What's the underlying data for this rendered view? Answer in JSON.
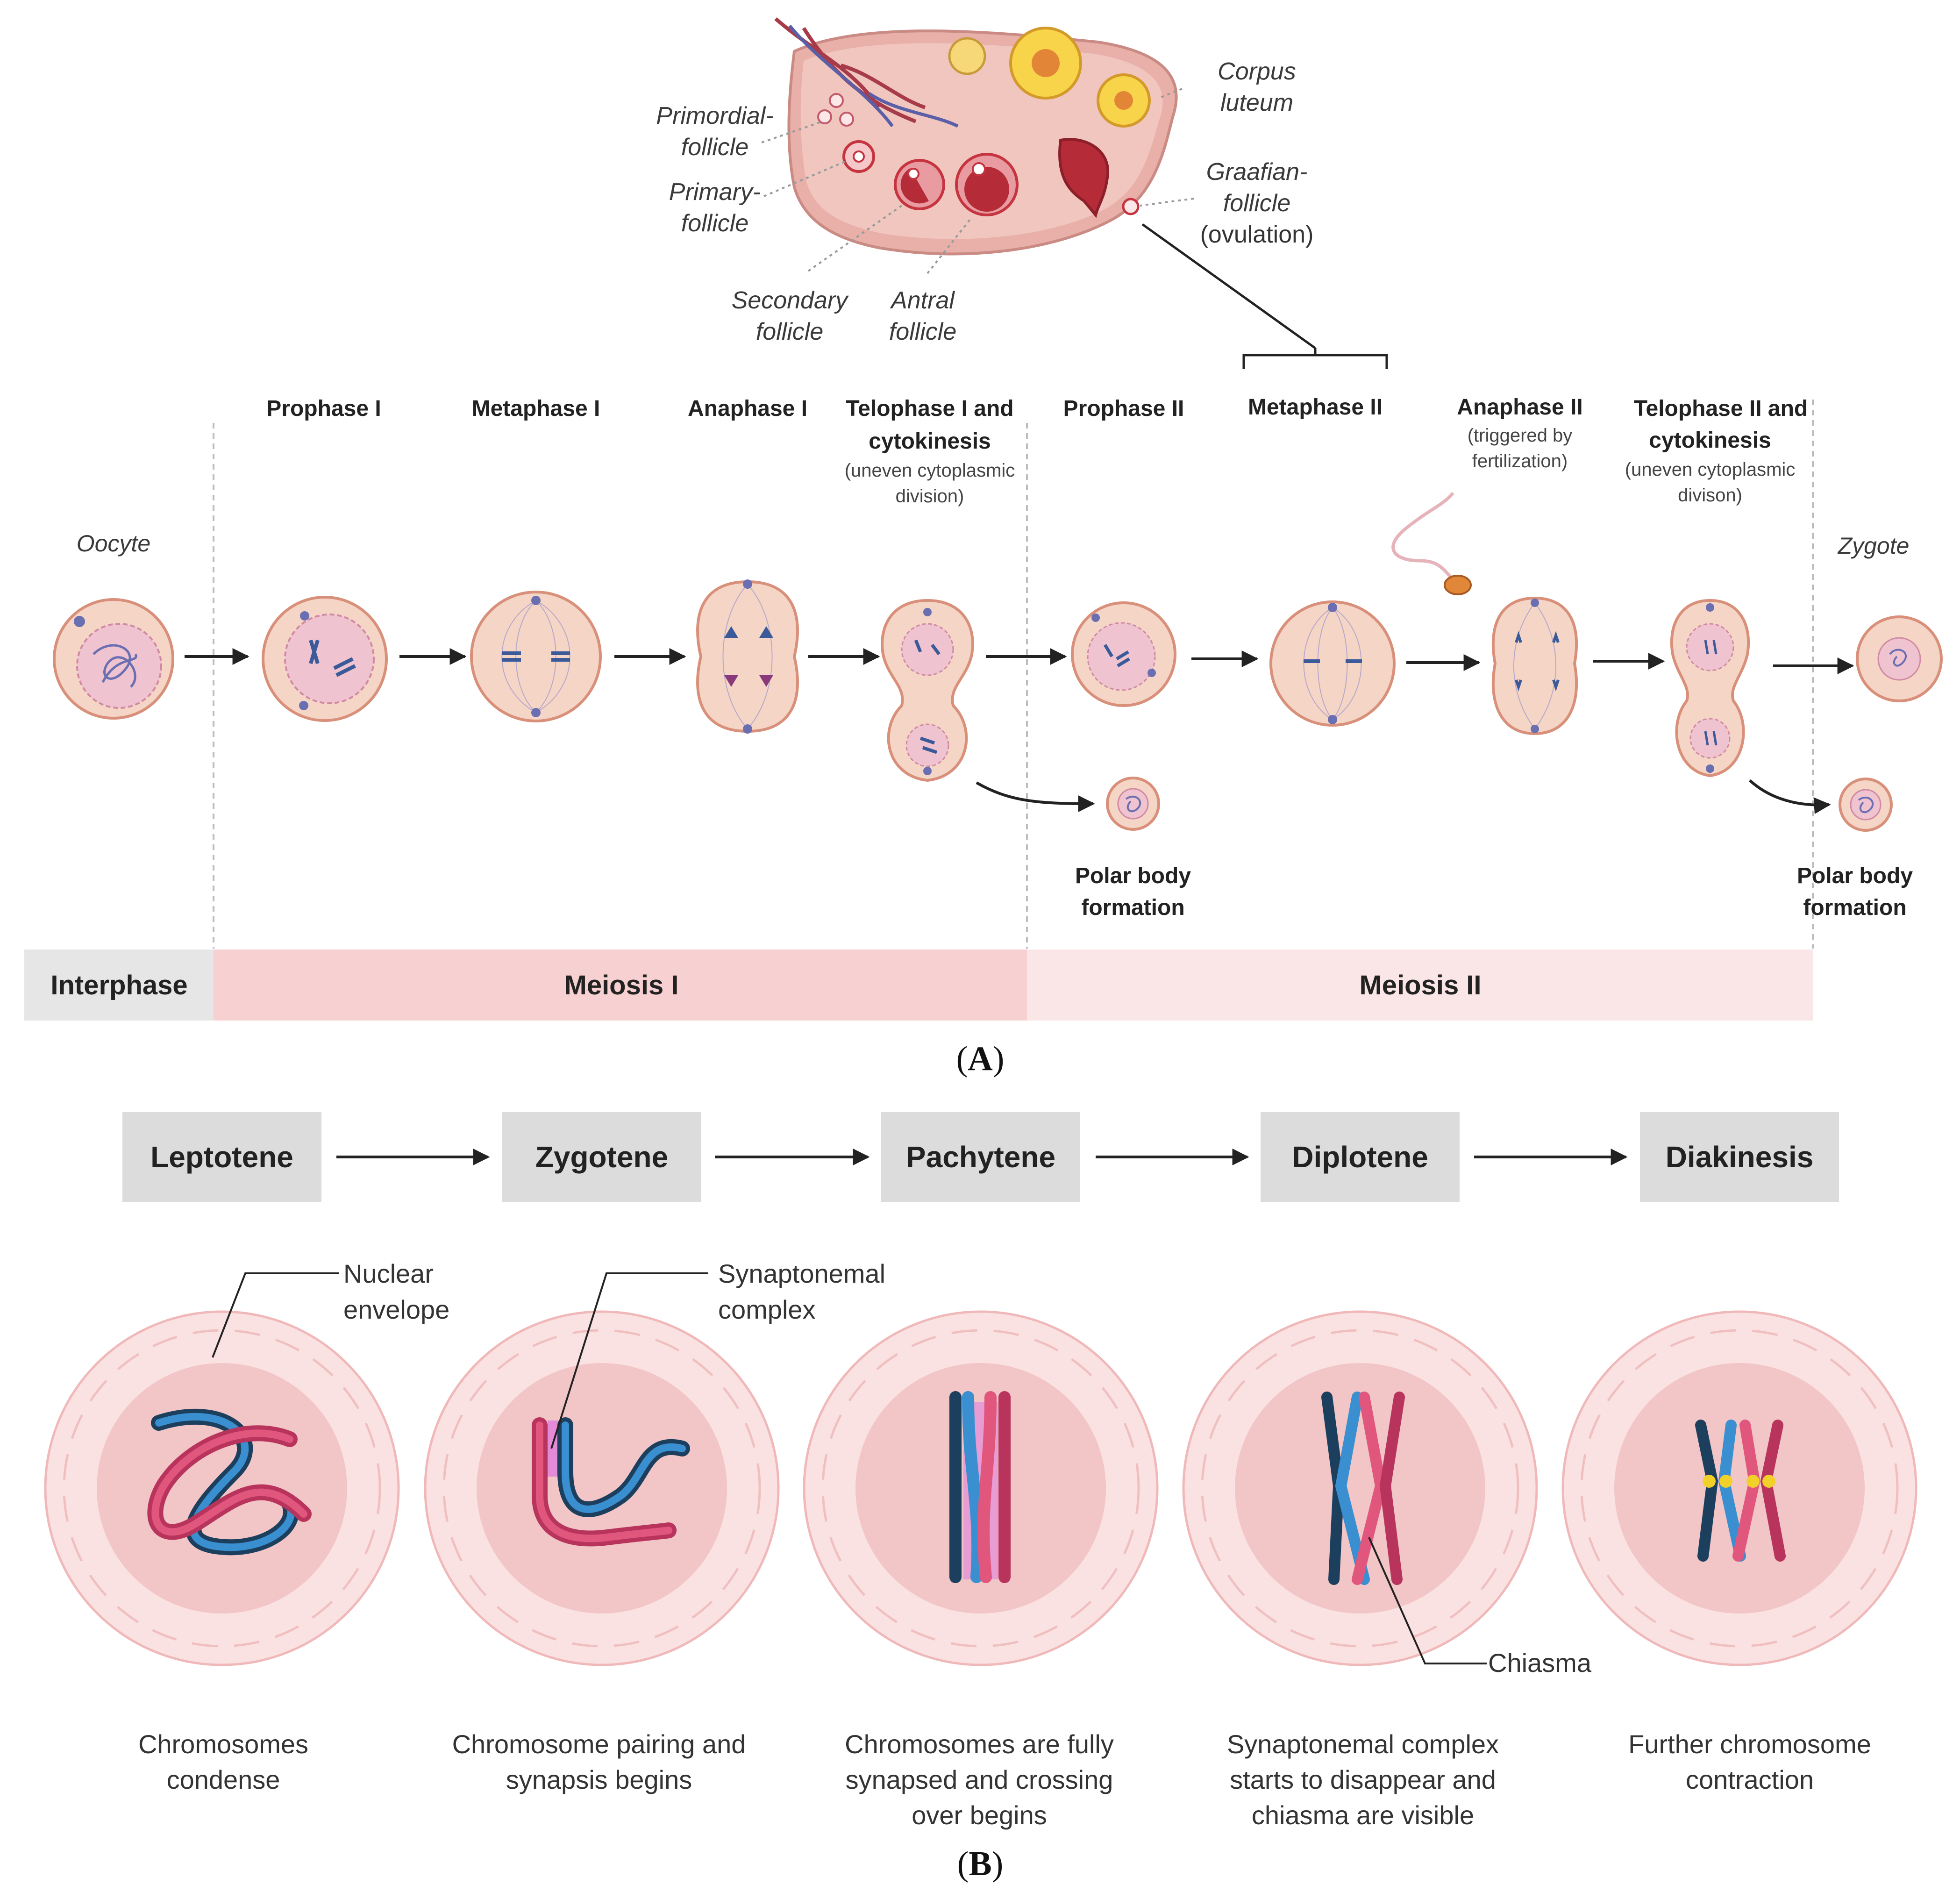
{
  "ovary": {
    "primordial": [
      "Primordial-",
      "follicle"
    ],
    "primary": [
      "Primary-",
      "follicle"
    ],
    "secondary": [
      "Secondary",
      "follicle"
    ],
    "antral": [
      "Antral",
      "follicle"
    ],
    "corpus": [
      "Corpus",
      "luteum"
    ],
    "graafian": [
      "Graafian-",
      "follicle",
      "(ovulation)"
    ]
  },
  "stages": {
    "prophase1": "Prophase I",
    "metaphase1": "Metaphase I",
    "anaphase1": "Anaphase I",
    "telophase1": [
      "Telophase I and",
      "cytokinesis"
    ],
    "telophase1_note": [
      "(uneven cytoplasmic",
      "division)"
    ],
    "prophase2": "Prophase II",
    "metaphase2": "Metaphase II",
    "anaphase2": "Anaphase II",
    "anaphase2_note": [
      "(triggered by",
      "fertilization)"
    ],
    "telophase2": [
      "Telophase II and",
      "cytokinesis"
    ],
    "telophase2_note": [
      "(uneven cytoplasmic",
      "divison)"
    ],
    "oocyte": "Oocyte",
    "zygote": "Zygote",
    "polar1": [
      "Polar body",
      "formation"
    ],
    "polar2": [
      "Polar body",
      "formation"
    ]
  },
  "phase_bar": {
    "interphase": "Interphase",
    "meiosis1": "Meiosis I",
    "meiosis2": "Meiosis II",
    "colors": {
      "interphase": "#e6e6e6",
      "meiosis1": "#f7d1d1",
      "meiosis2": "#fae6e6"
    }
  },
  "panel_a": [
    "(",
    "A",
    ")"
  ],
  "panel_b": [
    "(",
    "B",
    ")"
  ],
  "prophase_substages": [
    "Leptotene",
    "Zygotene",
    "Pachytene",
    "Diplotene",
    "Diakinesis"
  ],
  "callouts": {
    "nuclear_envelope": [
      "Nuclear",
      "envelope"
    ],
    "synaptonemal": [
      "Synaptonemal",
      "complex"
    ],
    "chiasma": "Chiasma"
  },
  "captions": [
    [
      "Chromosomes",
      "condense"
    ],
    [
      "Chromosome pairing and",
      "synapsis begins"
    ],
    [
      "Chromosomes are fully",
      "synapsed and crossing",
      "over begins"
    ],
    [
      "Synaptonemal complex",
      "starts to disappear and",
      "chiasma are visible"
    ],
    [
      "Further chromosome",
      "contraction"
    ]
  ],
  "colors": {
    "cell_fill": "#f5d5c6",
    "cell_stroke": "#d9907a",
    "nucleus_fill": "#efc3cf",
    "chrom_blue": "#3a8fd0",
    "chrom_navy": "#1d3f5e",
    "chrom_pink": "#e0567d",
    "chrom_maroon": "#b8345c",
    "stage_box": "#dcdcdc"
  }
}
